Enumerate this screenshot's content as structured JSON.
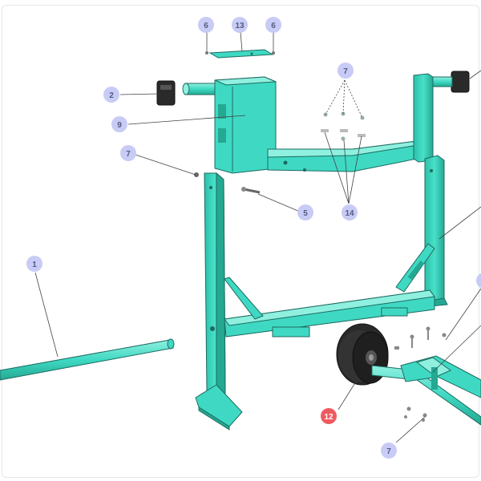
{
  "diagram": {
    "colors": {
      "frame": "#3fd9c3",
      "frame_dark": "#24a892",
      "frame_light": "#8ff0e0",
      "outline": "#1c6b60",
      "callout": "#c7cbf5",
      "callout_text": "#555c80",
      "callout_highlight": "#ef5a5f",
      "rubber": "#2a2a2a",
      "leader": "#333333"
    },
    "callouts": [
      {
        "id": "c-6a",
        "label": "6"
      },
      {
        "id": "c-13",
        "label": "13"
      },
      {
        "id": "c-6b",
        "label": "6"
      },
      {
        "id": "c-7a",
        "label": "7"
      },
      {
        "id": "c-2",
        "label": "2"
      },
      {
        "id": "c-9",
        "label": "9"
      },
      {
        "id": "c-7b",
        "label": "7"
      },
      {
        "id": "c-5",
        "label": "5"
      },
      {
        "id": "c-14",
        "label": "14"
      },
      {
        "id": "c-1",
        "label": "1"
      },
      {
        "id": "c-12",
        "label": "12",
        "highlight": true
      },
      {
        "id": "c-7c",
        "label": "7"
      }
    ]
  }
}
